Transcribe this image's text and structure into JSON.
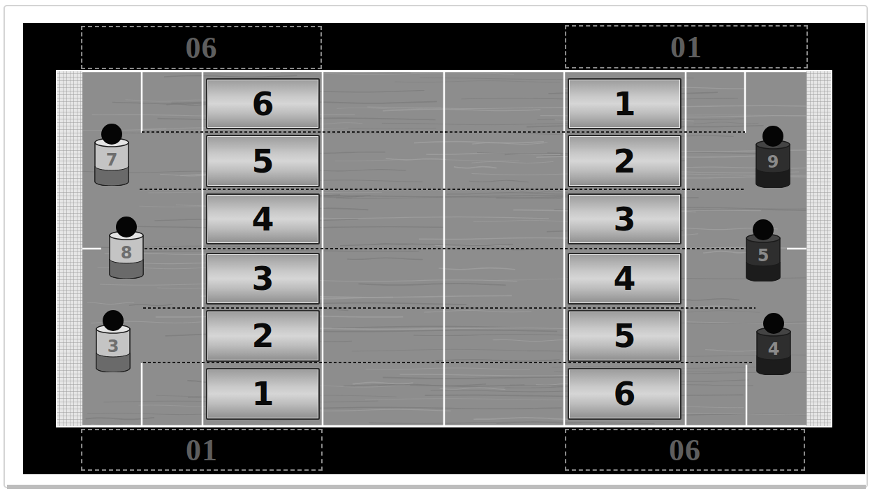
{
  "diagram": {
    "nodes": [
      {
        "text": [
          "06"
        ]
      },
      {
        "text": [
          "01"
        ]
      },
      {
        "text": [
          "6"
        ]
      },
      {
        "text": [
          "1"
        ]
      },
      {
        "text": [
          "7"
        ]
      },
      {
        "text": [
          "5"
        ]
      },
      {
        "text": [
          "2"
        ]
      },
      {
        "text": [
          "9"
        ]
      },
      {
        "text": [
          "8"
        ]
      },
      {
        "text": [
          "4"
        ]
      },
      {
        "text": [
          "3"
        ]
      },
      {
        "text": [
          "5"
        ]
      },
      {
        "text": [
          "3"
        ]
      },
      {
        "text": [
          "4"
        ]
      },
      {
        "text": [
          "3"
        ]
      },
      {
        "text": [
          "2"
        ]
      },
      {
        "text": [
          "5"
        ]
      },
      {
        "text": [
          "4"
        ]
      },
      {
        "text": [
          "1"
        ]
      },
      {
        "text": [
          "6"
        ]
      },
      {
        "text": [
          "01"
        ]
      },
      {
        "text": [
          "06"
        ]
      }
    ]
  }
}
